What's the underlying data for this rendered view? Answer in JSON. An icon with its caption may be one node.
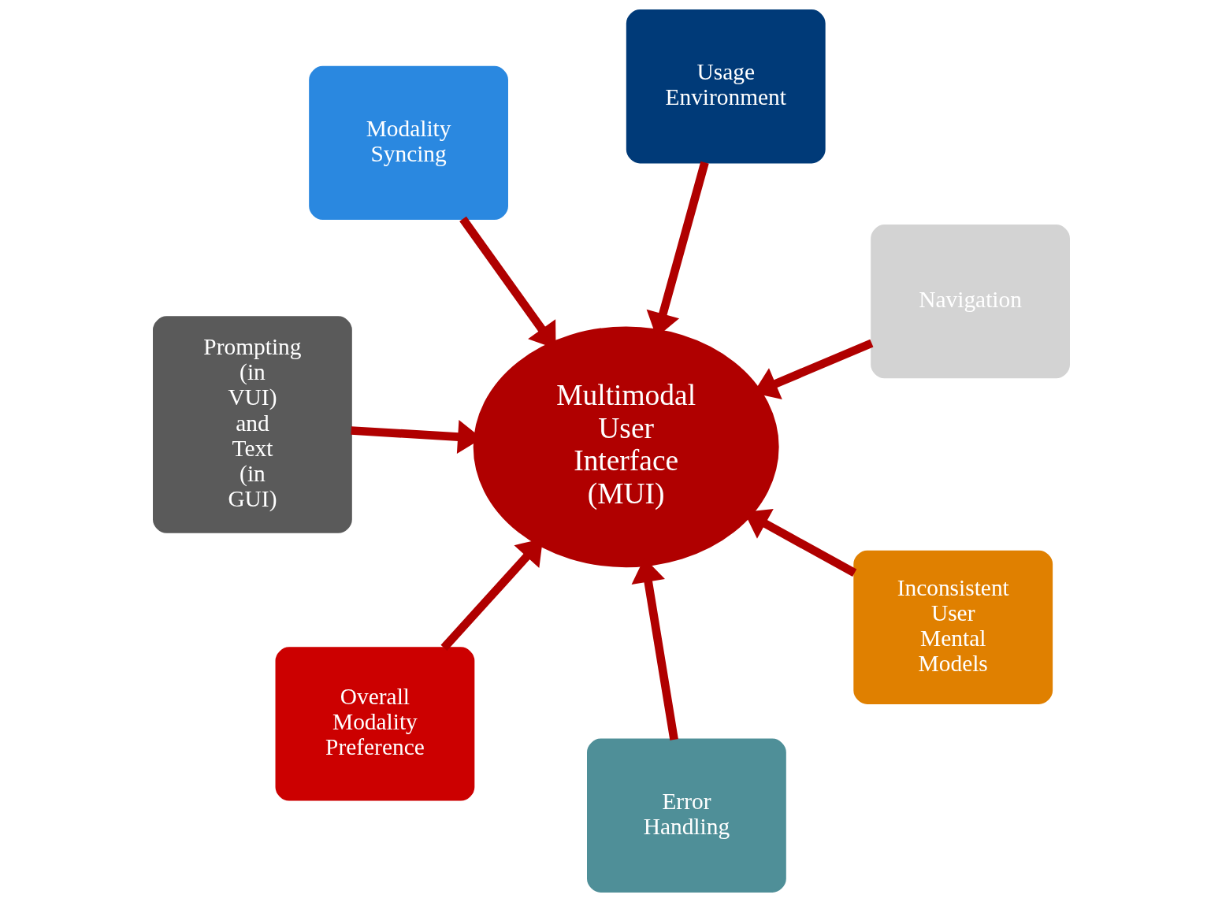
{
  "diagram": {
    "nodes": [
      {
        "text": [
          "Prompting (in VUI) and Text (in GUI)"
        ]
      },
      {
        "text": [
          "Navigation"
        ]
      },
      {
        "text": [
          "Error Handling"
        ]
      },
      {
        "text": [
          "Usage Environment"
        ]
      },
      {
        "text": [
          "Multimodal User Interface (MUI)"
        ]
      },
      {
        "text": [
          "Modality Syncing"
        ]
      },
      {
        "text": [
          "Overall Modality Preference"
        ]
      },
      {
        "text": [
          "Inconsistent User Mental Models"
        ]
      }
    ],
    "edges": [
      {
        "from": 0,
        "to": 4,
        "arrow": "to"
      },
      {
        "from": 1,
        "to": 4,
        "arrow": "to"
      },
      {
        "from": 2,
        "to": 4,
        "arrow": "to"
      },
      {
        "from": 3,
        "to": 4,
        "arrow": "to"
      },
      {
        "from": 5,
        "to": 4,
        "arrow": "to"
      },
      {
        "from": 6,
        "to": 4,
        "arrow": "to"
      },
      {
        "from": 7,
        "to": 4,
        "arrow": "to"
      }
    ]
  }
}
